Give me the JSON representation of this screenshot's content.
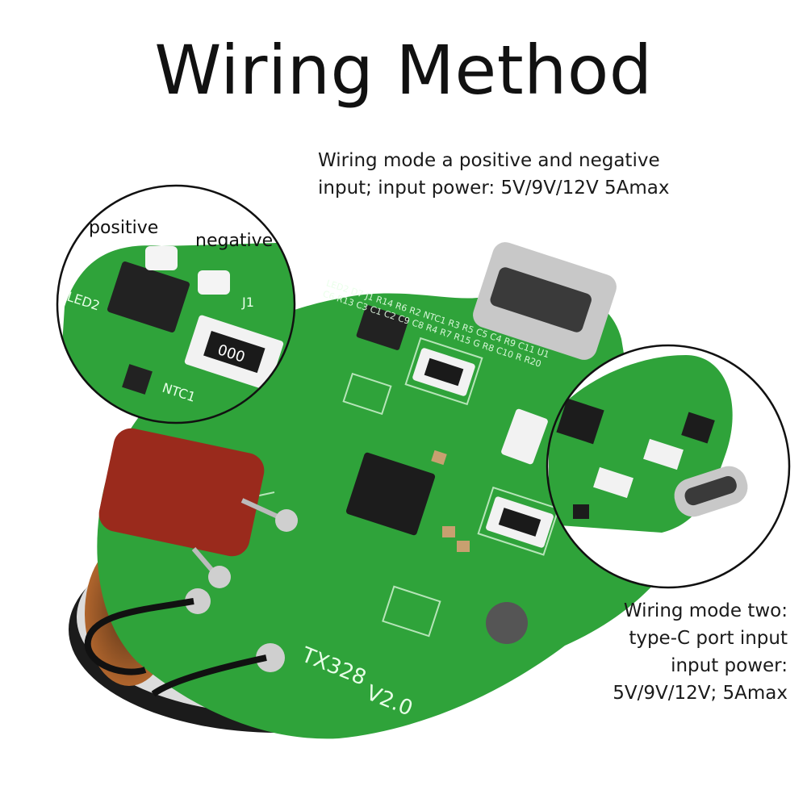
{
  "title": "Wiring Method",
  "notes": {
    "mode_one": [
      "Wiring mode a positive and negative",
      "input; input power: 5V/9V/12V 5Amax"
    ],
    "mode_two": [
      "Wiring mode two:",
      "type-C port input",
      "input power:",
      "5V/9V/12V; 5Amax"
    ]
  },
  "callouts": {
    "positive": "positive",
    "negative": "negative"
  },
  "board_markings": {
    "model": "TX328",
    "version": "V2.0",
    "resistor_code": "000",
    "silk": [
      "LED2",
      "D7",
      "J1",
      "R14",
      "R6",
      "R2",
      "NTC1",
      "R3",
      "R5",
      "C5",
      "C4",
      "R9",
      "C11",
      "U1",
      "C6",
      "R13",
      "C3",
      "C1",
      "C2",
      "C9",
      "C8",
      "R4",
      "R7",
      "R15",
      "G",
      "R8",
      "C10",
      "R",
      "R20"
    ]
  },
  "colors": {
    "pcb": "#2fa33a",
    "pcb_dark": "#1f7a28",
    "capacitor": "#9a2a1c",
    "text": "#111111"
  }
}
